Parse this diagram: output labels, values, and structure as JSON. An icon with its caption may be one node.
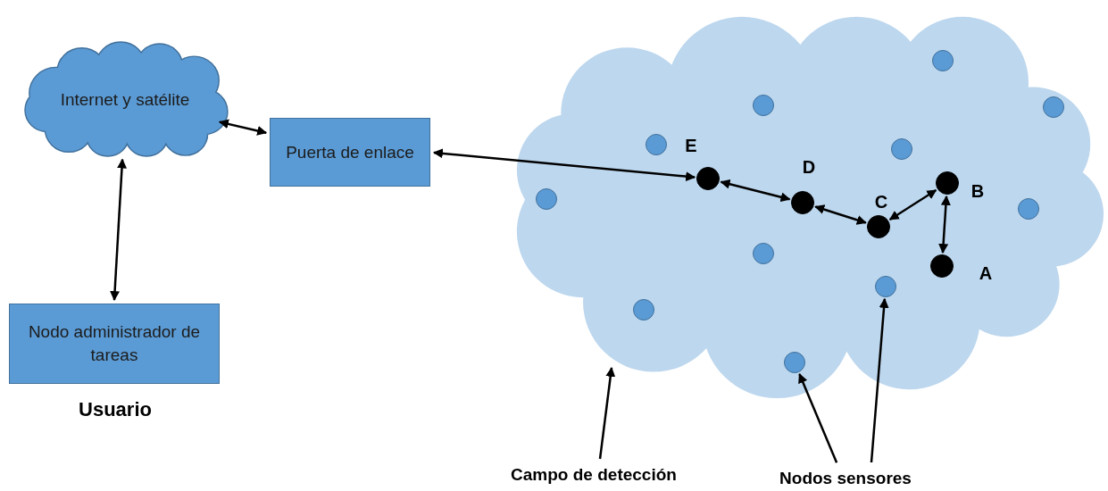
{
  "diagram": {
    "nodes": [
      {
        "text": [
          "Internet y satélite"
        ]
      },
      {
        "text": [
          "Puerta de enlace"
        ]
      },
      {
        "text": [
          "Nodo administrador de tareas"
        ],
        "beside": [
          "Usuario"
        ]
      },
      {
        "text": [],
        "shape": "cloud"
      },
      {
        "text": [],
        "shape": "circle",
        "in": 3,
        "beside": [
          "E"
        ]
      },
      {
        "text": [],
        "shape": "circle",
        "in": 3,
        "beside": [
          "D"
        ]
      },
      {
        "text": [],
        "shape": "circle",
        "in": 3,
        "beside": [
          "C"
        ]
      },
      {
        "text": [],
        "shape": "circle",
        "in": 3,
        "beside": [
          "B"
        ]
      },
      {
        "text": [],
        "shape": "circle",
        "in": 3,
        "beside": [
          "A"
        ]
      },
      {
        "text": [],
        "shape": "circle",
        "in": 3
      },
      {
        "text": [],
        "shape": "circle",
        "in": 3
      },
      {
        "text": [],
        "shape": "circle",
        "in": 3
      },
      {
        "text": [],
        "shape": "circle",
        "in": 3
      },
      {
        "text": [],
        "shape": "circle",
        "in": 3
      },
      {
        "text": [],
        "shape": "circle",
        "in": 3
      },
      {
        "text": [],
        "shape": "circle",
        "in": 3
      },
      {
        "text": [],
        "shape": "circle",
        "in": 3
      },
      {
        "text": [],
        "shape": "circle",
        "in": 3
      },
      {
        "text": [],
        "shape": "circle",
        "in": 3
      },
      {
        "text": [],
        "shape": "circle",
        "in": 3
      },
      {
        "text": [
          "Campo de detección"
        ]
      },
      {
        "text": [
          "Nodos sensores"
        ]
      }
    ],
    "edges": [
      {
        "from": 0,
        "to": 1,
        "arrow": "both"
      },
      {
        "from": 0,
        "to": 2,
        "arrow": "both"
      },
      {
        "from": 1,
        "to": 4,
        "arrow": "both"
      },
      {
        "from": 4,
        "to": 5,
        "arrow": "both"
      },
      {
        "from": 5,
        "to": 6,
        "arrow": "both"
      },
      {
        "from": 6,
        "to": 7,
        "arrow": "both"
      },
      {
        "from": 7,
        "to": 8,
        "arrow": "both"
      },
      {
        "from": 20,
        "to": 3,
        "arrow": "to"
      },
      {
        "from": 21,
        "to": 17,
        "arrow": "to"
      },
      {
        "from": 21,
        "to": 19,
        "arrow": "to"
      }
    ]
  }
}
